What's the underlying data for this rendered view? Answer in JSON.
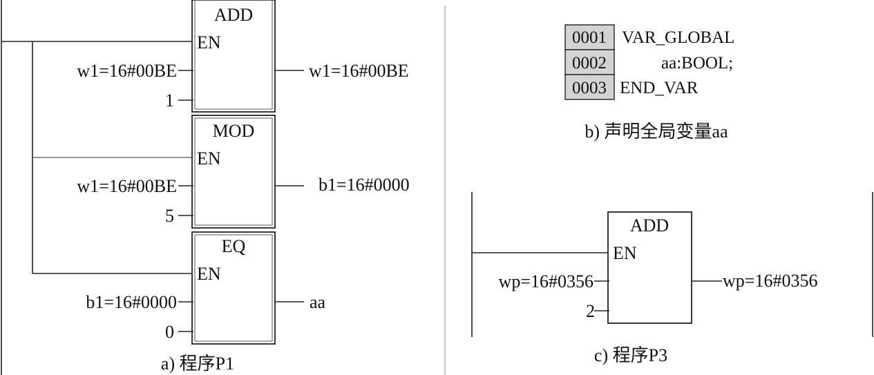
{
  "panel_a": {
    "caption": "a) 程序P1",
    "blocks": [
      {
        "title": "ADD",
        "en": "EN",
        "in1": "w1=16#00BE",
        "in2": "1",
        "out": "w1=16#00BE"
      },
      {
        "title": "MOD",
        "en": "EN",
        "in1": "w1=16#00BE",
        "in2": "5",
        "out": "b1=16#0000"
      },
      {
        "title": "EQ",
        "en": "EN",
        "in1": "b1=16#0000",
        "in2": "0",
        "out": "aa"
      }
    ]
  },
  "panel_b": {
    "caption": "b) 声明全局变量aa",
    "lines": [
      {
        "num": "0001",
        "text": "VAR_GLOBAL"
      },
      {
        "num": "0002",
        "text": "aa:BOOL;"
      },
      {
        "num": "0003",
        "text": "END_VAR"
      }
    ]
  },
  "panel_c": {
    "caption": "c) 程序P3",
    "block": {
      "title": "ADD",
      "en": "EN",
      "in1": "wp=16#0356",
      "in2": "2",
      "out": "wp=16#0356"
    }
  }
}
